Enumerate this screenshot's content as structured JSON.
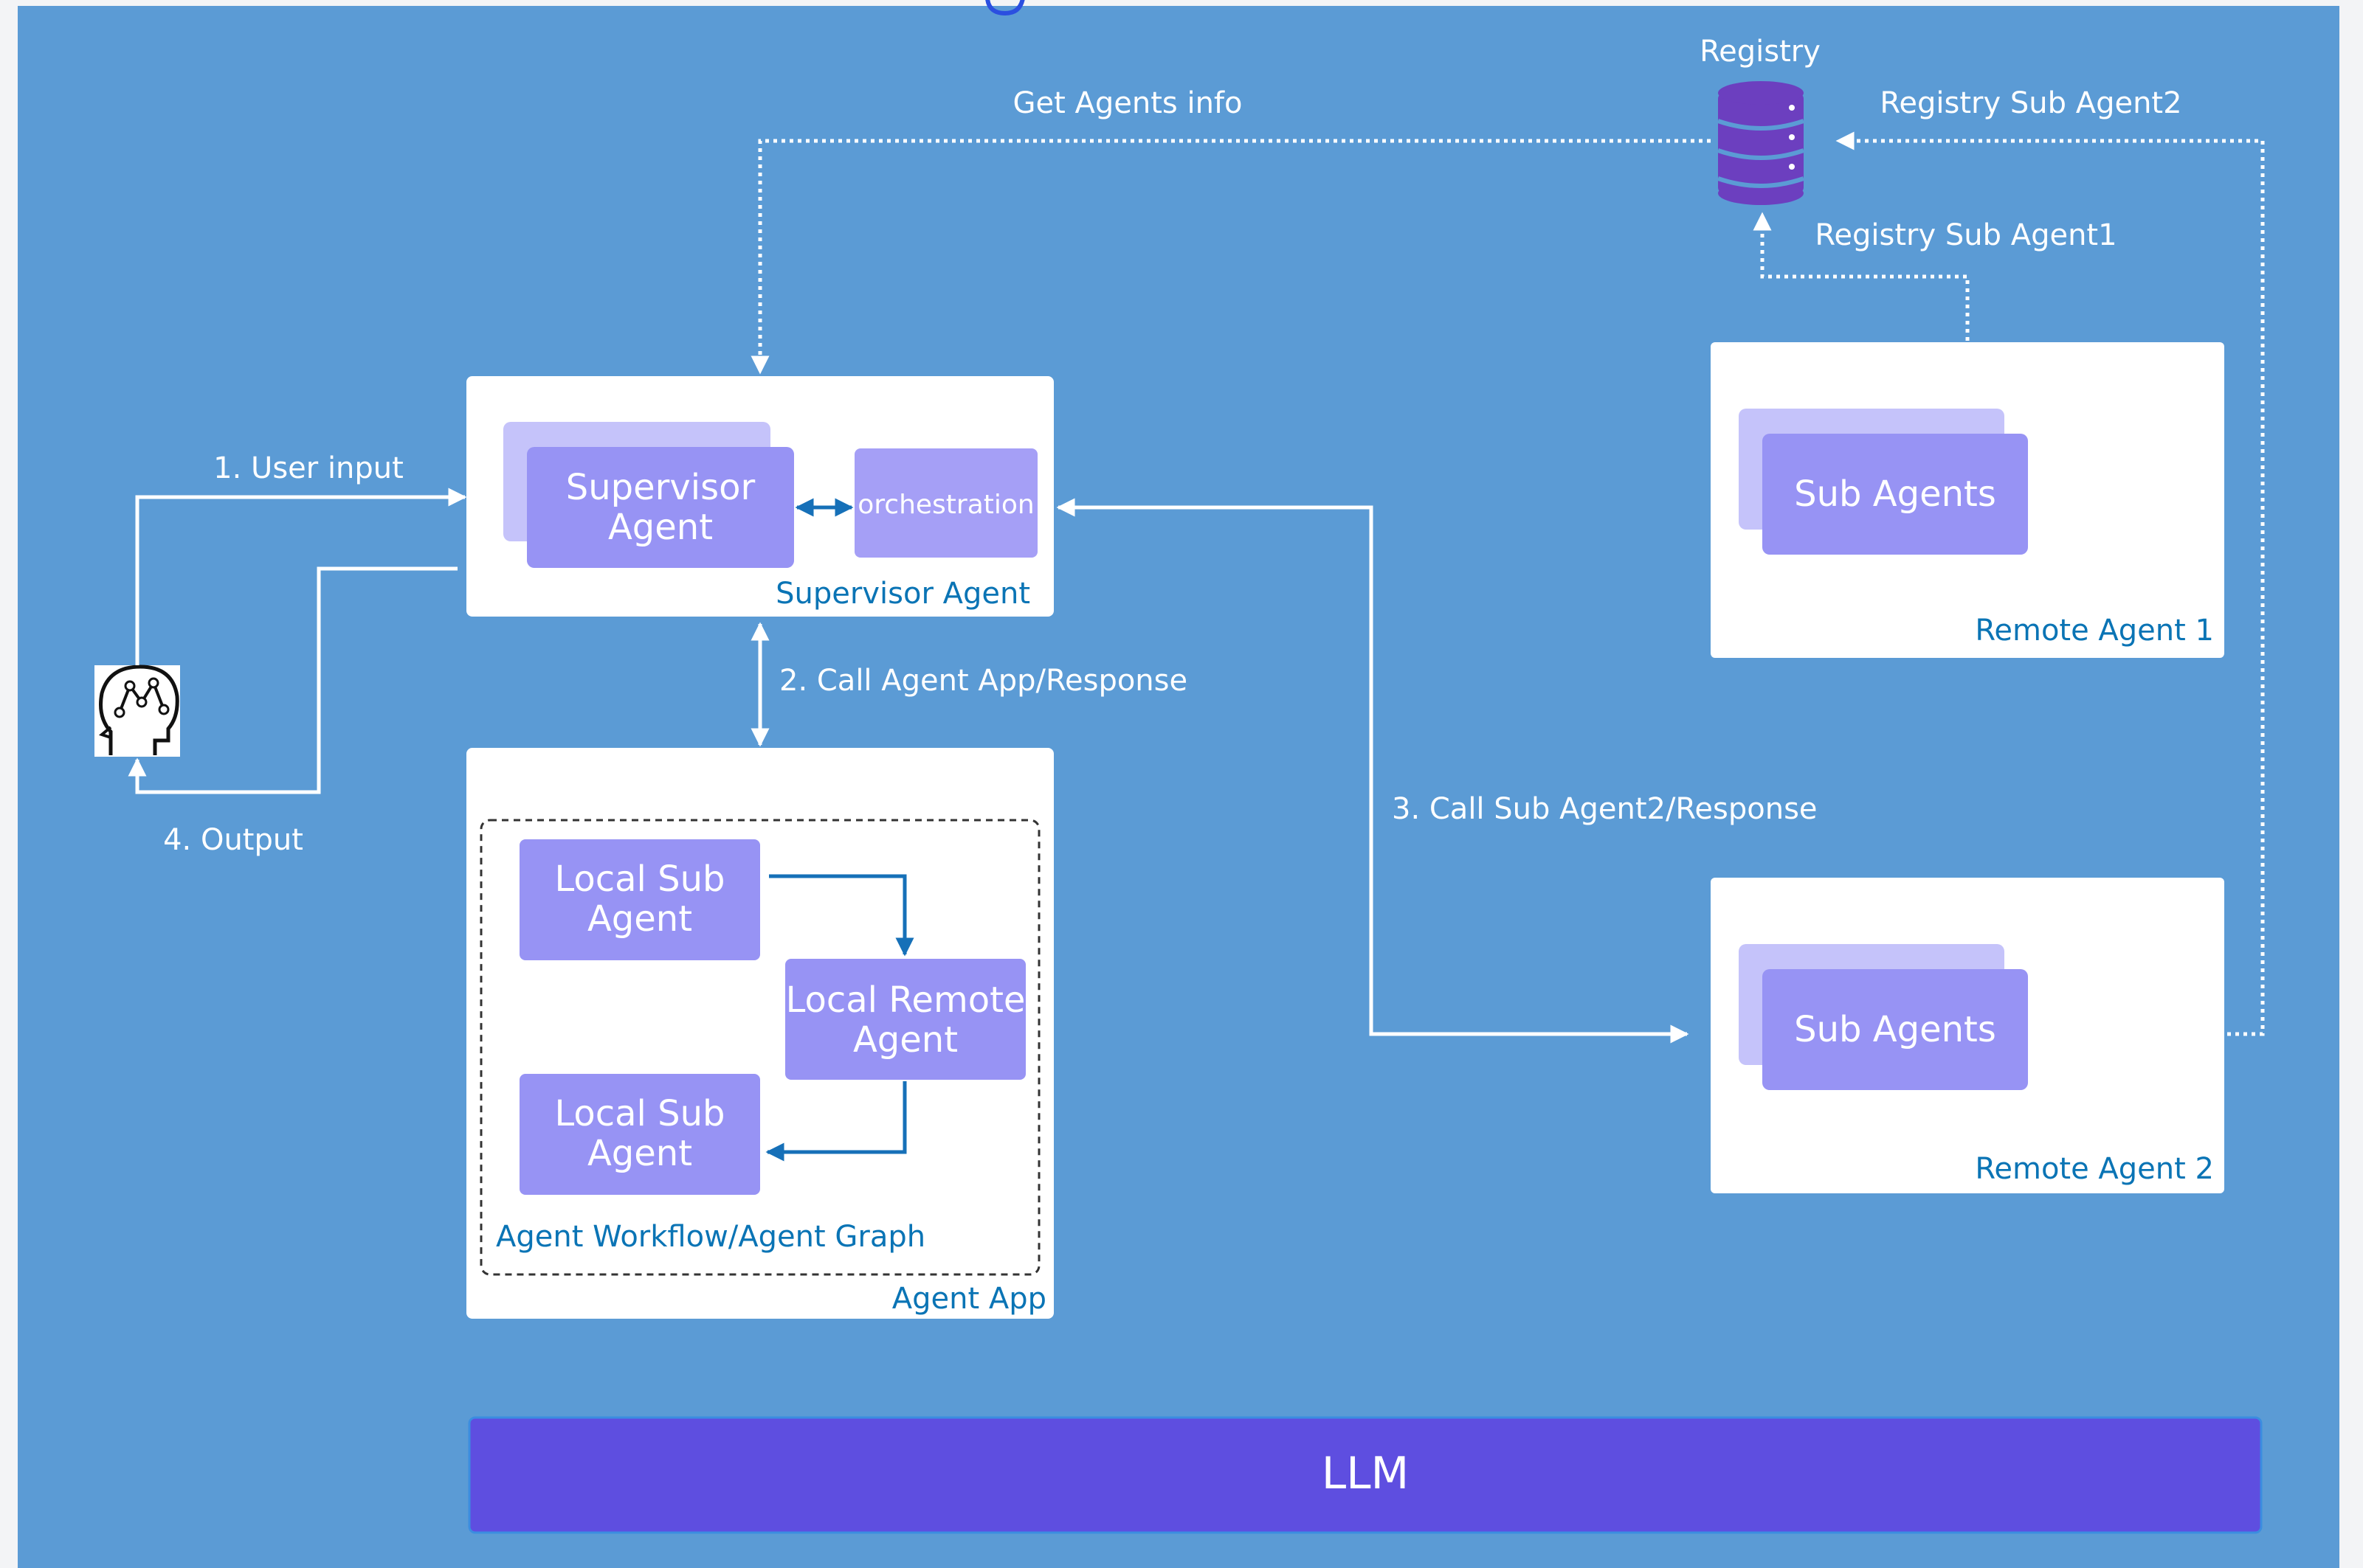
{
  "colors": {
    "background": "#5b9bd5",
    "panel": "#ffffff",
    "agent_box": "#9793f4",
    "agent_box_back": "#c5c3fa",
    "llm_bar": "#5e4ee0",
    "registry_icon": "#6c3fbf",
    "caption_blue": "#0a74b5",
    "arrow_blue": "#1670b8"
  },
  "registry": {
    "label": "Registry",
    "icon": "database-icon"
  },
  "flows": {
    "get_agents_info": "Get Agents info",
    "registry_sub_agent2": "Registry Sub Agent2",
    "registry_sub_agent1": "Registry Sub Agent1",
    "user_input": "1. User input",
    "call_agent_app": "2. Call Agent App/Response",
    "call_sub_agent2": "3. Call Sub Agent2/Response",
    "output": "4. Output"
  },
  "user": {
    "icon": "human-head-ai-icon"
  },
  "supervisor_panel": {
    "caption": "Supervisor Agent",
    "agent_box_line1": "Supervisor",
    "agent_box_line2": "Agent",
    "orchestration": "orchestration"
  },
  "agent_app_panel": {
    "caption": "Agent App",
    "workflow_caption": "Agent Workflow/Agent Graph",
    "local_sub_agent_top_line1": "Local Sub",
    "local_sub_agent_top_line2": "Agent",
    "local_remote_agent_line1": "Local Remote",
    "local_remote_agent_line2": "Agent",
    "local_sub_agent_bottom_line1": "Local Sub",
    "local_sub_agent_bottom_line2": "Agent"
  },
  "remote_agent_1": {
    "caption": "Remote Agent 1",
    "box_label": "Sub Agents"
  },
  "remote_agent_2": {
    "caption": "Remote Agent 2",
    "box_label": "Sub Agents"
  },
  "llm": {
    "label": "LLM"
  }
}
